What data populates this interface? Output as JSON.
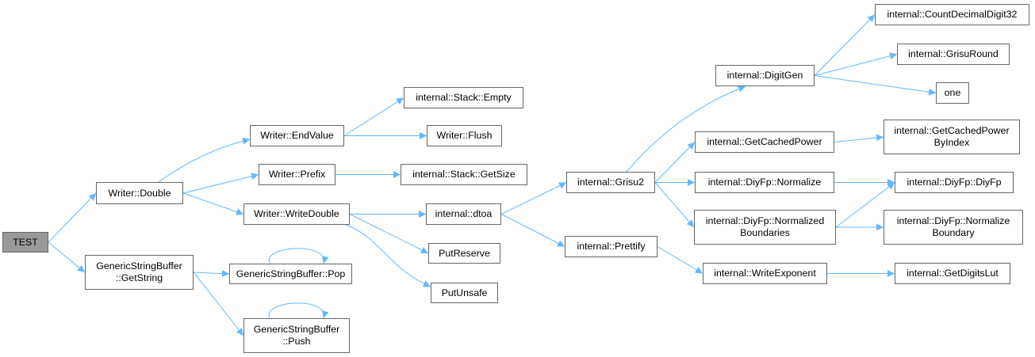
{
  "graph": {
    "edge_color": "#63b8ff",
    "border_color": "#666666",
    "root_fill": "#999999",
    "nodes": [
      {
        "id": "test",
        "lines": [
          "TEST"
        ],
        "root": true
      },
      {
        "id": "writer-double",
        "lines": [
          "Writer::Double"
        ]
      },
      {
        "id": "gsb-getstring",
        "lines": [
          "GenericStringBuffer",
          "::GetString"
        ]
      },
      {
        "id": "writer-endvalue",
        "lines": [
          "Writer::EndValue"
        ]
      },
      {
        "id": "writer-prefix",
        "lines": [
          "Writer::Prefix"
        ]
      },
      {
        "id": "writer-writedouble",
        "lines": [
          "Writer::WriteDouble"
        ]
      },
      {
        "id": "gsb-pop",
        "lines": [
          "GenericStringBuffer::Pop"
        ]
      },
      {
        "id": "gsb-push",
        "lines": [
          "GenericStringBuffer",
          "::Push"
        ]
      },
      {
        "id": "stack-empty",
        "lines": [
          "internal::Stack::Empty"
        ]
      },
      {
        "id": "writer-flush",
        "lines": [
          "Writer::Flush"
        ]
      },
      {
        "id": "stack-getsize",
        "lines": [
          "internal::Stack::GetSize"
        ]
      },
      {
        "id": "dtoa",
        "lines": [
          "internal::dtoa"
        ]
      },
      {
        "id": "putreserve",
        "lines": [
          "PutReserve"
        ]
      },
      {
        "id": "putunsafe",
        "lines": [
          "PutUnsafe"
        ]
      },
      {
        "id": "grisu2",
        "lines": [
          "internal::Grisu2"
        ]
      },
      {
        "id": "prettify",
        "lines": [
          "internal::Prettify"
        ]
      },
      {
        "id": "digitgen",
        "lines": [
          "internal::DigitGen"
        ]
      },
      {
        "id": "getcachedpower",
        "lines": [
          "internal::GetCachedPower"
        ]
      },
      {
        "id": "normalize",
        "lines": [
          "internal::DiyFp::Normalize"
        ]
      },
      {
        "id": "normalized-boundaries",
        "lines": [
          "internal::DiyFp::Normalized",
          "Boundaries"
        ]
      },
      {
        "id": "writeexponent",
        "lines": [
          "internal::WriteExponent"
        ]
      },
      {
        "id": "countdecimaldigit32",
        "lines": [
          "internal::CountDecimalDigit32"
        ]
      },
      {
        "id": "grisuround",
        "lines": [
          "internal::GrisuRound"
        ]
      },
      {
        "id": "one",
        "lines": [
          "one"
        ]
      },
      {
        "id": "getcachedpowerbyindex",
        "lines": [
          "internal::GetCachedPower",
          "ByIndex"
        ]
      },
      {
        "id": "diyfp",
        "lines": [
          "internal::DiyFp::DiyFp"
        ]
      },
      {
        "id": "normalize-boundary",
        "lines": [
          "internal::DiyFp::Normalize",
          "Boundary"
        ]
      },
      {
        "id": "getdigitslut",
        "lines": [
          "internal::GetDigitsLut"
        ]
      }
    ],
    "edges": [
      [
        "test",
        "writer-double"
      ],
      [
        "test",
        "gsb-getstring"
      ],
      [
        "writer-double",
        "writer-endvalue"
      ],
      [
        "writer-double",
        "writer-prefix"
      ],
      [
        "writer-double",
        "writer-writedouble"
      ],
      [
        "gsb-getstring",
        "gsb-pop"
      ],
      [
        "gsb-getstring",
        "gsb-push"
      ],
      [
        "gsb-pop",
        "gsb-pop"
      ],
      [
        "gsb-push",
        "gsb-push"
      ],
      [
        "writer-endvalue",
        "stack-empty"
      ],
      [
        "writer-endvalue",
        "writer-flush"
      ],
      [
        "writer-prefix",
        "stack-getsize"
      ],
      [
        "writer-writedouble",
        "dtoa"
      ],
      [
        "writer-writedouble",
        "putreserve"
      ],
      [
        "writer-writedouble",
        "putunsafe"
      ],
      [
        "dtoa",
        "grisu2"
      ],
      [
        "dtoa",
        "prettify"
      ],
      [
        "grisu2",
        "digitgen"
      ],
      [
        "grisu2",
        "getcachedpower"
      ],
      [
        "grisu2",
        "normalize"
      ],
      [
        "grisu2",
        "normalized-boundaries"
      ],
      [
        "digitgen",
        "countdecimaldigit32"
      ],
      [
        "digitgen",
        "grisuround"
      ],
      [
        "digitgen",
        "one"
      ],
      [
        "getcachedpower",
        "getcachedpowerbyindex"
      ],
      [
        "normalize",
        "diyfp"
      ],
      [
        "normalized-boundaries",
        "diyfp"
      ],
      [
        "normalized-boundaries",
        "normalize-boundary"
      ],
      [
        "prettify",
        "writeexponent"
      ],
      [
        "writeexponent",
        "getdigitslut"
      ]
    ]
  }
}
